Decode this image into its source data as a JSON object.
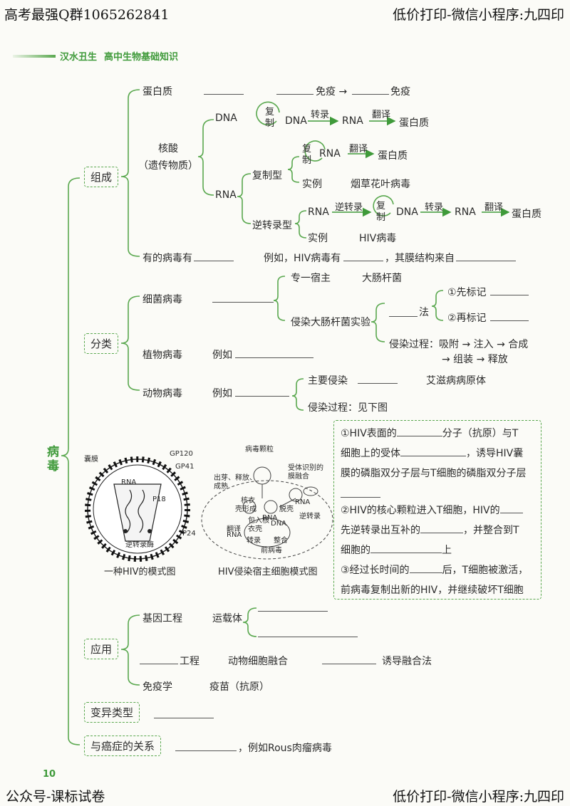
{
  "header": {
    "left": "高考最强Q群1065262841",
    "right": "低价打印-微信小程序:九四印"
  },
  "footer": {
    "left": "公众号-课标试卷",
    "right": "低价打印-微信小程序:九四印",
    "page_number": "10"
  },
  "book": {
    "publisher": "汉水丑生",
    "subtitle": "高中生物基础知识"
  },
  "root": "病毒",
  "sections": {
    "composition": "组成",
    "classification": "分类",
    "application": "应用",
    "variation": "变异类型",
    "cancer": "与癌症的关系"
  },
  "composition": {
    "protein": "蛋白质",
    "immune_mid": "免疫 →",
    "immune_end": "免疫",
    "nucleic_acid": "核酸",
    "genetic_material": "（遗传物质）",
    "dna": "DNA",
    "rna": "RNA",
    "replicate": "复制",
    "transcribe": "转录",
    "translate": "翻译",
    "protein_out": "蛋白质",
    "replication_type": "复制型",
    "example": "实例",
    "tmv": "烟草花叶病毒",
    "reverse_type": "逆转录型",
    "reverse_transcribe": "逆转录",
    "hiv_virus": "HIV病毒",
    "some_have": "有的病毒有",
    "example_prefix": "例如，HIV病毒有",
    "membrane_from": "，其膜结构来自"
  },
  "classification": {
    "bacterial": "细菌病毒",
    "specific_host": "专一宿主",
    "ecoli": "大肠杆菌",
    "infect_experiment": "侵染大肠杆菌实验",
    "method": "法",
    "label_first": "①先标记",
    "label_second": "②再标记",
    "infect_process": "侵染过程：吸附 → 注入 → 合成",
    "infect_process_2": "→ 组装 → 释放",
    "plant": "植物病毒",
    "animal": "动物病毒",
    "example": "例如",
    "main_infect": "主要侵染",
    "aids": "艾滋病病原体",
    "animal_process": "侵染过程：见下图"
  },
  "hiv_box": {
    "l1a": "①HIV表面的",
    "l1b": "分子（抗原）与T",
    "l2a": "细胞上的受体",
    "l2b": "，诱导HIV囊",
    "l3": "膜的磷脂双分子层与T细胞的磷脂双分子层",
    "l5a": "②HIV的核心颗粒进入T细胞，HIV的",
    "l6a": "先逆转录出互补的",
    "l6b": "，并整合到T",
    "l7a": "细胞的",
    "l7b": "上",
    "l8a": "③经过长时间的",
    "l8b": "后，T细胞被激活，",
    "l9": "前病毒复制出新的HIV，并继续破坏T细胞"
  },
  "figures": {
    "hiv_model_caption": "一种HIV的模式图",
    "infection_caption": "HIV侵染宿主细胞模式图",
    "gp120": "GP120",
    "gp41": "GP41",
    "envelope": "囊膜",
    "p18": "P18",
    "p24": "P24",
    "rna": "RNA",
    "reverse_enzyme": "逆转录酶",
    "virus_particle": "病毒颗粒",
    "bud_release": "出芽、释放、",
    "mature": "成熟",
    "receptor_fusion": "受体识别的",
    "membrane_fusion": "膜融合",
    "core": "核衣",
    "shell_form": "壳形成",
    "uncoat": "脱壳",
    "wrap": "包入核",
    "capsid": "衣壳",
    "translate": "翻译",
    "transcribe": "转录",
    "integrate": "整合",
    "provirus": "前病毒",
    "dna": "DNA",
    "rt": "逆转录"
  },
  "application": {
    "genetic_engineering": "基因工程",
    "vector": "运载体",
    "engineering": "工程",
    "animal_fusion": "动物细胞融合",
    "induce_fusion": "诱导融合法",
    "immunology": "免疫学",
    "vaccine": "疫苗（抗原）"
  },
  "cancer": {
    "example": "，例如Rous肉瘤病毒"
  }
}
